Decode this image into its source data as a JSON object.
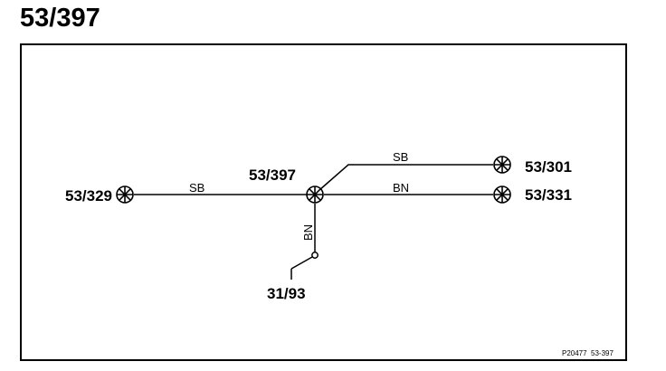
{
  "page": {
    "title": "53/397"
  },
  "diagram": {
    "center_splice": "53/397",
    "left_splice": "53/329",
    "right_top_splice": "53/301",
    "right_bottom_splice": "53/331",
    "ground_point": "31/93",
    "wires": {
      "left": "SB",
      "upper_right": "SB",
      "lower_right": "BN",
      "down": "BN"
    },
    "reference": "P20477  53-397"
  }
}
